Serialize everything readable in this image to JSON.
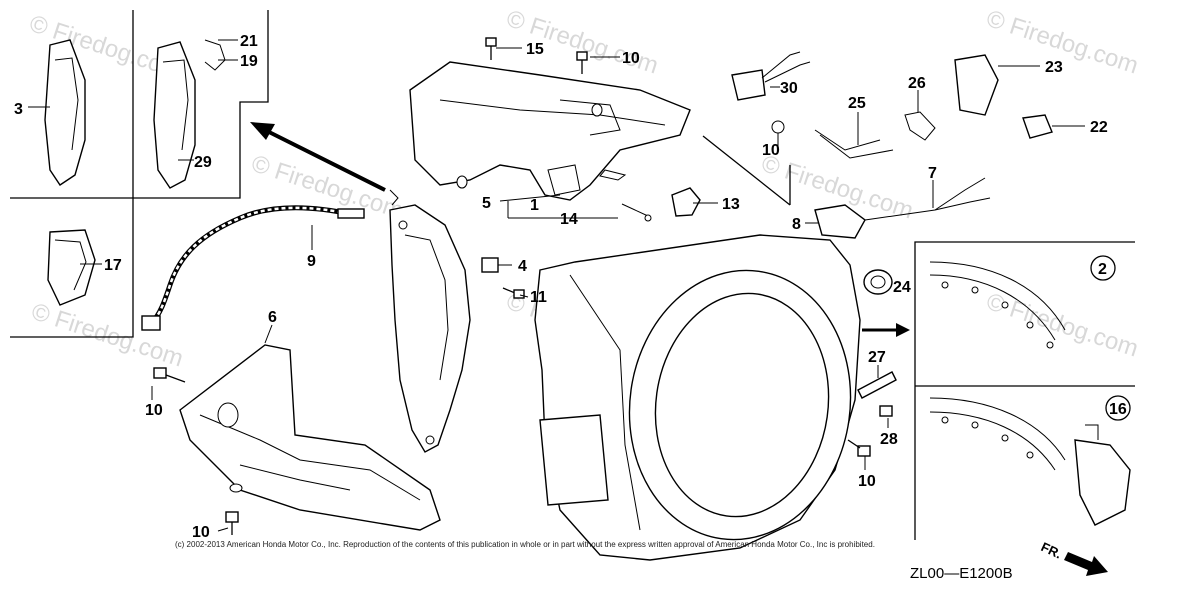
{
  "watermarks": [
    "© Firedog.com",
    "© Firedog.com",
    "© Firedog.com",
    "© Firedog.com",
    "© Firedog.com",
    "© Firedog.com",
    "© Firedog.com",
    "© Firedog.com"
  ],
  "part_labels": [
    "1",
    "3",
    "4",
    "5",
    "6",
    "7",
    "8",
    "9",
    "10",
    "10",
    "10",
    "10",
    "10",
    "11",
    "13",
    "14",
    "15",
    "17",
    "19",
    "21",
    "22",
    "23",
    "24",
    "25",
    "26",
    "27",
    "28",
    "29",
    "30"
  ],
  "detail_labels": [
    "2",
    "16"
  ],
  "direction": {
    "label": "FR."
  },
  "diagram_code": "ZL00—E1200B",
  "copyright": "(c) 2002-2013 American Honda Motor Co., Inc. Reproduction of the contents of this publication in whole or in part without the express written approval of American Honda Motor Co., Inc is prohibited."
}
